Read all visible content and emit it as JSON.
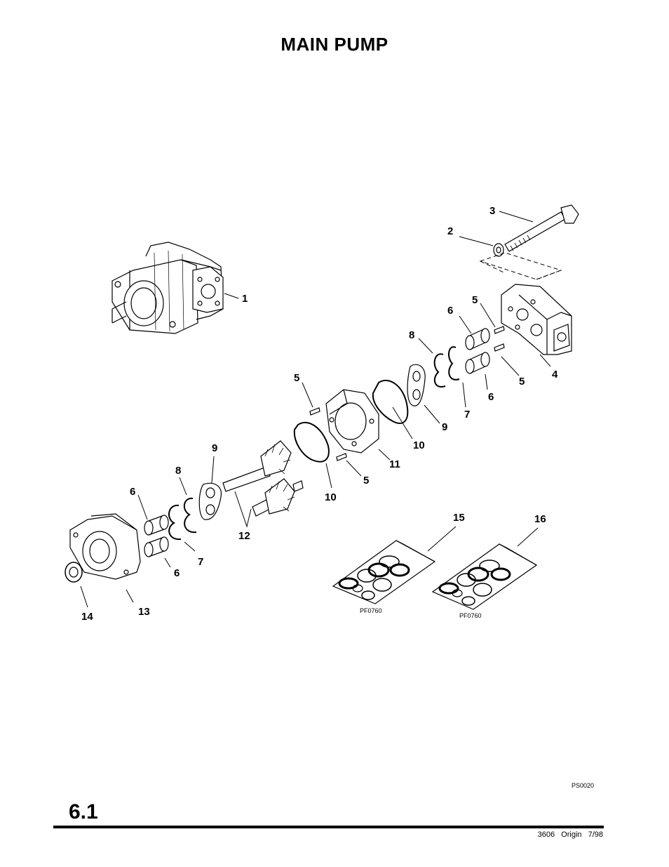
{
  "title": "MAIN PUMP",
  "section_number": "6.1",
  "footer": "3606   Origin   7/98",
  "drawing_code": "PS0020",
  "kit_codes": [
    "PF0760",
    "PF0760"
  ],
  "callouts": [
    "1",
    "2",
    "3",
    "4",
    "5",
    "5",
    "5",
    "5",
    "6",
    "6",
    "6",
    "6",
    "7",
    "7",
    "8",
    "8",
    "9",
    "9",
    "10",
    "10",
    "11",
    "12",
    "13",
    "14",
    "15",
    "16"
  ]
}
